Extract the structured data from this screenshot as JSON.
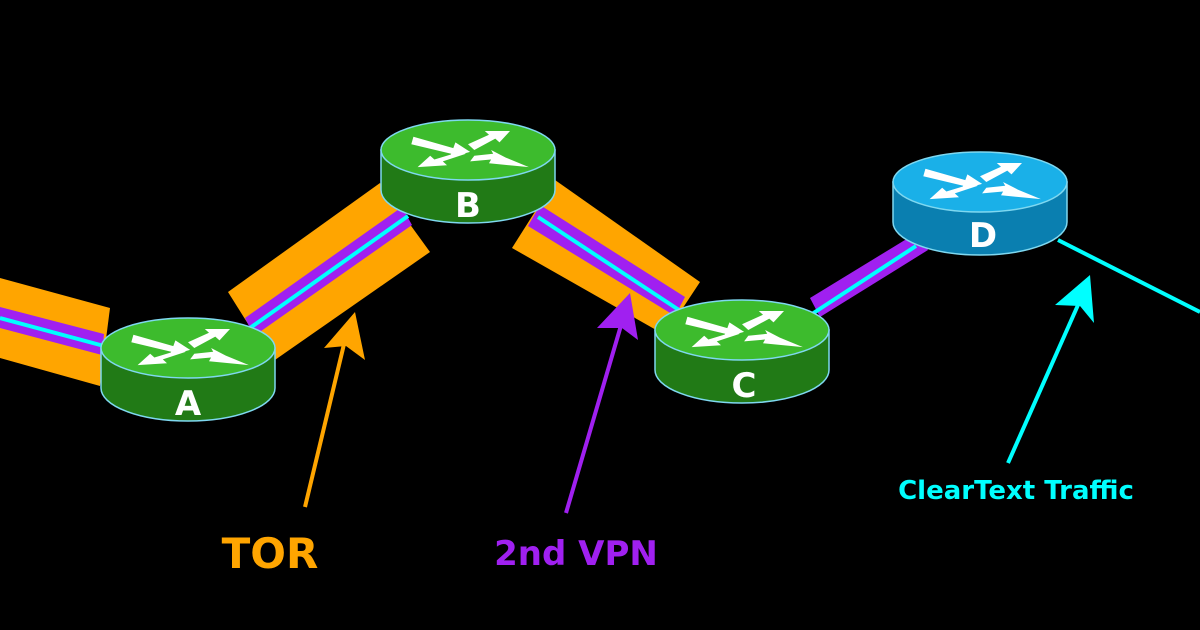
{
  "colors": {
    "background": "#000000",
    "tor": "#FFA500",
    "vpn": "#A020F0",
    "cleartext": "#00FFFF",
    "router_green_top": "#3DBB2D",
    "router_green_side": "#217A16",
    "router_blue_top": "#1AB0E8",
    "router_blue_side": "#0A7FB0",
    "router_outline": "#7FD8F0",
    "router_arrows": "#FFFFFF"
  },
  "routers": [
    {
      "id": "A",
      "label": "A",
      "color": "green"
    },
    {
      "id": "B",
      "label": "B",
      "color": "green"
    },
    {
      "id": "C",
      "label": "C",
      "color": "green"
    },
    {
      "id": "D",
      "label": "D",
      "color": "blue"
    }
  ],
  "links": [
    {
      "from": "left-edge",
      "to": "A",
      "layers": [
        "TOR",
        "2nd VPN",
        "ClearText"
      ]
    },
    {
      "from": "A",
      "to": "B",
      "layers": [
        "TOR",
        "2nd VPN",
        "ClearText"
      ]
    },
    {
      "from": "B",
      "to": "C",
      "layers": [
        "TOR",
        "2nd VPN",
        "ClearText"
      ]
    },
    {
      "from": "C",
      "to": "D",
      "layers": [
        "2nd VPN",
        "ClearText"
      ]
    },
    {
      "from": "D",
      "to": "right-edge",
      "layers": [
        "ClearText"
      ]
    }
  ],
  "annotations": {
    "tor": "TOR",
    "vpn": "2nd VPN",
    "cleartext": "ClearText Traffic"
  }
}
